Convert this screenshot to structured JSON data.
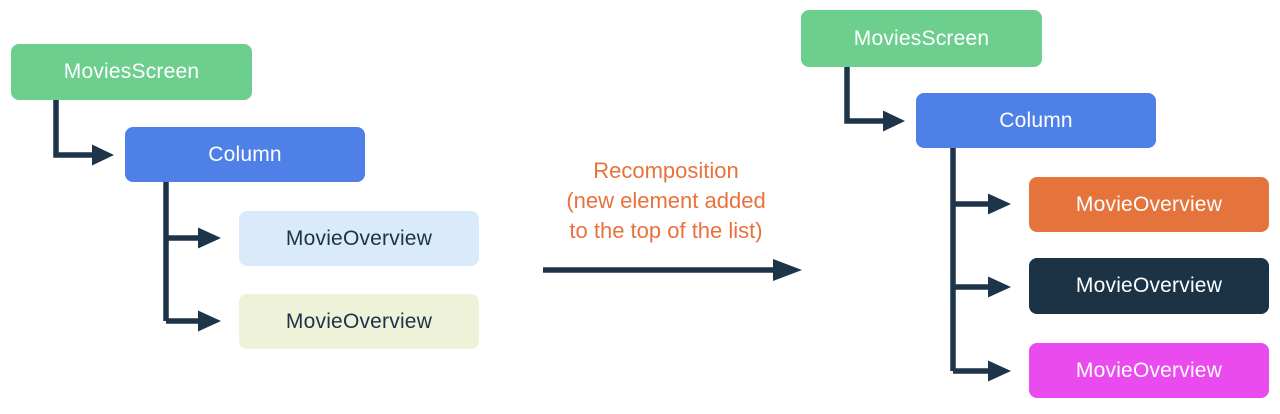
{
  "diagram": {
    "caption": {
      "lines": [
        "Recomposition",
        "(new element added",
        "to the top of the list)"
      ],
      "color": "#e8713c"
    },
    "colors": {
      "connector": "#1d3449",
      "green": "#6dcf8d",
      "blue": "#4e80e8",
      "light_blue": "#d9eafb",
      "light_yellow": "#edf2d8",
      "orange": "#e5733c",
      "navy": "#1c3345",
      "magenta": "#e94bee",
      "light_text": "#ffffff",
      "dark_text": "#1d3349"
    },
    "before_tree": {
      "root": {
        "label": "MoviesScreen"
      },
      "column": {
        "label": "Column"
      },
      "children": [
        {
          "label": "MovieOverview"
        },
        {
          "label": "MovieOverview"
        }
      ]
    },
    "after_tree": {
      "root": {
        "label": "MoviesScreen"
      },
      "column": {
        "label": "Column"
      },
      "children": [
        {
          "label": "MovieOverview"
        },
        {
          "label": "MovieOverview"
        },
        {
          "label": "MovieOverview"
        }
      ]
    }
  }
}
